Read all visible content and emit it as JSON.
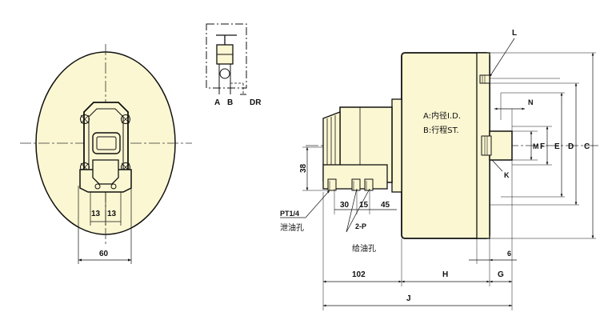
{
  "colors": {
    "fill": "#fbf7d2",
    "stroke": "#111111",
    "center": "#333333"
  },
  "front_view": {
    "dims": {
      "half_left": "13",
      "half_right": "13",
      "width": "60"
    }
  },
  "circuit": {
    "port_a": "A",
    "port_b": "B",
    "port_dr": "DR"
  },
  "side_view": {
    "legend": {
      "a": "A:内径I.D.",
      "b": "B:行程ST."
    },
    "dims": {
      "L": "L",
      "N": "N",
      "M": "M",
      "F": "F",
      "E": "E",
      "D": "D",
      "C": "C",
      "K": "K",
      "d38": "38",
      "d30": "30",
      "d15": "15",
      "d45": "45",
      "d102": "102",
      "H": "H",
      "G": "G",
      "d6": "6",
      "J": "J"
    },
    "ports": {
      "drain_thread": "PT1/4",
      "drain_label": "泄油孔",
      "supply_thread": "2-P",
      "supply_label": "给油孔"
    }
  }
}
